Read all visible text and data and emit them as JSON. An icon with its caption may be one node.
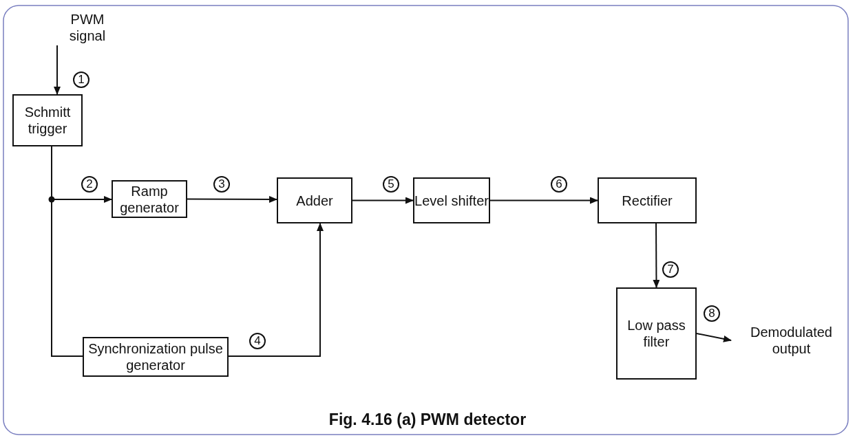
{
  "diagram": {
    "caption": "Fig. 4.16 (a) PWM detector",
    "nodes": [
      {
        "text": [
          "PWM signal"
        ]
      },
      {
        "text": [
          "Schmitt trigger"
        ]
      },
      {
        "text": [
          "Ramp generator"
        ]
      },
      {
        "text": [
          "Adder"
        ]
      },
      {
        "text": [
          "Level shifter"
        ]
      },
      {
        "text": [
          "Rectifier"
        ]
      },
      {
        "text": [
          "Low pass filter"
        ]
      },
      {
        "text": [
          "Demodulated output"
        ]
      },
      {
        "text": [
          "Synchronization pulse generator"
        ]
      }
    ],
    "edges": [
      {
        "from": 0,
        "to": 1,
        "arrow": "to"
      },
      {
        "from": 1,
        "to": 2,
        "arrow": "to"
      },
      {
        "from": 1,
        "to": 8,
        "arrow": "none"
      },
      {
        "from": 2,
        "to": 3,
        "arrow": "to"
      },
      {
        "from": 8,
        "to": 3,
        "arrow": "to"
      },
      {
        "from": 3,
        "to": 4,
        "arrow": "to"
      },
      {
        "from": 4,
        "to": 5,
        "arrow": "to"
      },
      {
        "from": 5,
        "to": 6,
        "arrow": "to"
      },
      {
        "from": 6,
        "to": 7,
        "arrow": "to"
      }
    ],
    "labels": [
      "1",
      "2",
      "3",
      "4",
      "5",
      "6",
      "7",
      "8"
    ]
  }
}
